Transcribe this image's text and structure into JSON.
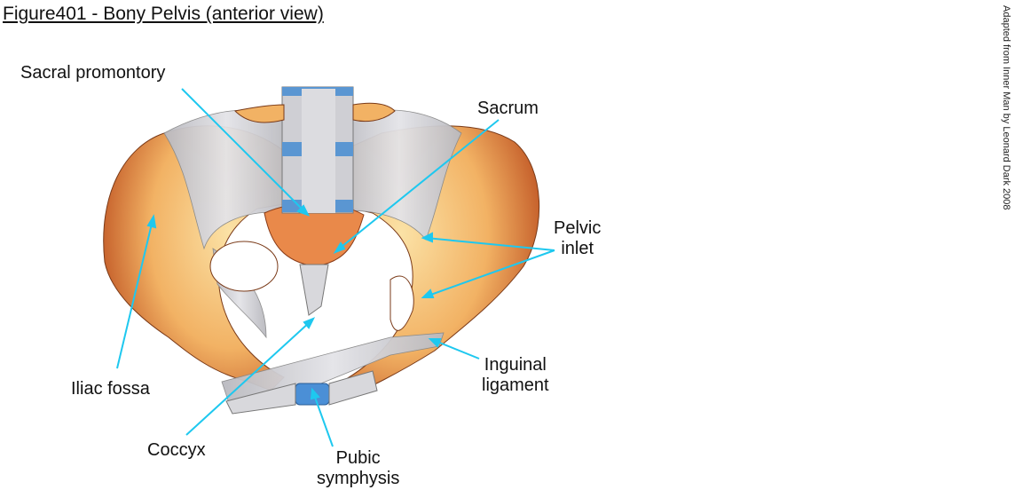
{
  "title": "Figure401 - Bony Pelvis (anterior view)",
  "credit": "Adapted from Inner Man by Leonard Dark 2008",
  "labels": {
    "sacral_promontory": "Sacral promontory",
    "sacrum": "Sacrum",
    "pelvic_inlet_1": "Pelvic",
    "pelvic_inlet_2": "inlet",
    "iliac_fossa": "Iliac fossa",
    "inguinal_1": "Inguinal",
    "inguinal_2": "ligament",
    "coccyx": "Coccyx",
    "pubic_1": "Pubic",
    "pubic_2": "symphysis"
  },
  "colors": {
    "leader": "#1ec8ef",
    "bone": "#f0a860",
    "bone_dark": "#c0501e",
    "ligament": "#c8c8cc",
    "disc": "#5a96d2"
  }
}
